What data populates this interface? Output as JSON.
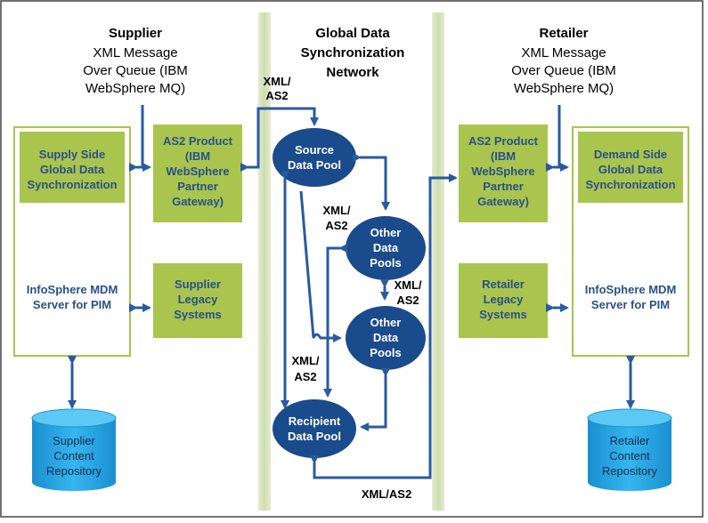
{
  "supplier": {
    "title": "Supplier",
    "msg_lines": [
      "XML Message",
      "Over Queue (IBM",
      "WebSphere MQ)"
    ],
    "gds_lines": [
      "Supply Side",
      "Global Data",
      "Synchronization"
    ],
    "as2_lines": [
      "AS2 Product",
      "(IBM",
      "WebSphere",
      "Partner",
      "Gateway)"
    ],
    "mdm_lines": [
      "InfoSphere MDM",
      "Server for PIM"
    ],
    "legacy_lines": [
      "Supplier",
      "Legacy",
      "Systems"
    ],
    "repo_lines": [
      "Supplier",
      "Content",
      "Repository"
    ]
  },
  "network": {
    "title_lines": [
      "Global Data",
      "Synchronization",
      "Network"
    ],
    "source_lines": [
      "Source",
      "Data Pool"
    ],
    "other1_lines": [
      "Other",
      "Data",
      "Pools"
    ],
    "other2_lines": [
      "Other",
      "Data",
      "Pools"
    ],
    "recipient_lines": [
      "Recipient",
      "Data Pool"
    ],
    "label_top": [
      "XML/",
      "AS2"
    ],
    "label_mid": [
      "XML/",
      "AS2"
    ],
    "label_right": [
      "XML/",
      "AS2"
    ],
    "label_low": [
      "XML/",
      "AS2"
    ],
    "label_bottom": "XML/AS2"
  },
  "retailer": {
    "title": "Retailer",
    "msg_lines": [
      "XML Message",
      "Over Queue (IBM",
      "WebSphere MQ)"
    ],
    "as2_lines": [
      "AS2 Product",
      "(IBM",
      "WebSphere",
      "Partner",
      "Gateway)"
    ],
    "gds_lines": [
      "Demand Side",
      "Global Data",
      "Synchronization"
    ],
    "legacy_lines": [
      "Retailer",
      "Legacy",
      "Systems"
    ],
    "mdm_lines": [
      "InfoSphere MDM",
      "Server for PIM"
    ],
    "repo_lines": [
      "Retailer",
      "Content",
      "Repository"
    ]
  },
  "colors": {
    "green_fill": "#a9c54e",
    "green_border": "#9dc23b",
    "pool_fill": "#1a4b8c",
    "arrow": "#2a5aa0",
    "cylinder": "#1aa3e8",
    "band": "#d9e4c2"
  }
}
